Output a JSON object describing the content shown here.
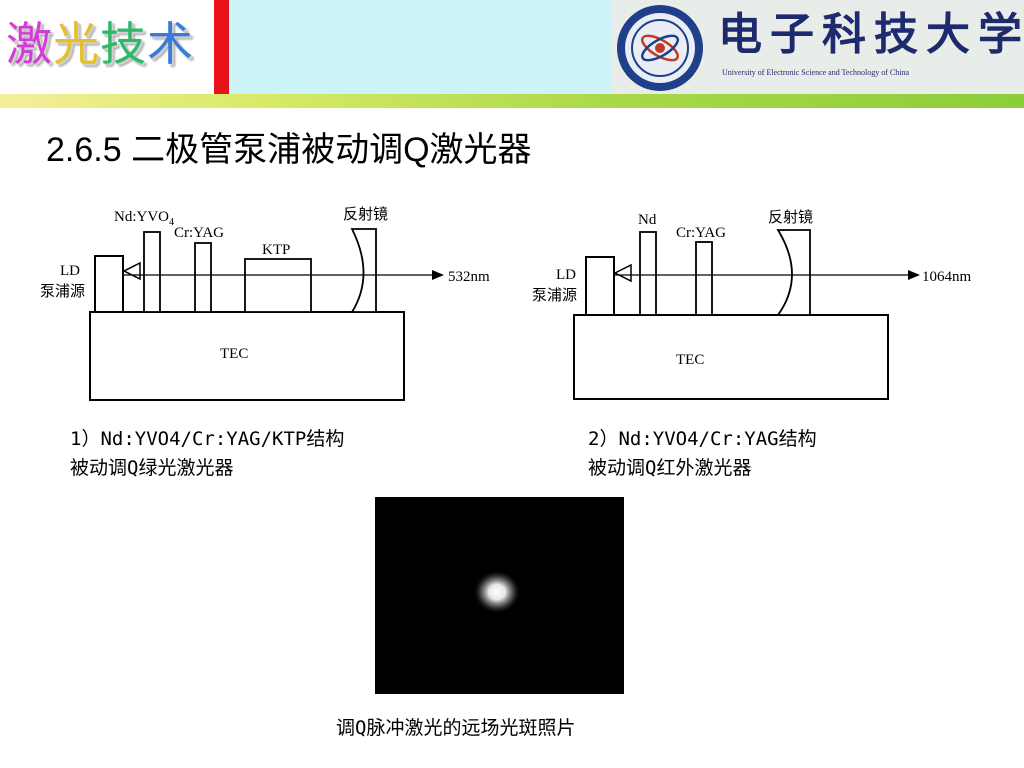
{
  "header": {
    "title_chars": [
      "激",
      "光",
      "技",
      "术"
    ],
    "university_name": "电子科技大学",
    "university_english": "University of Electronic Science and Technology of China",
    "colors": {
      "red_bar": "#e8121a",
      "sky": "#cdf3fb",
      "green_bar": "#8ccd3a"
    }
  },
  "section": {
    "title": "2.6.5  二极管泵浦被动调Q激光器"
  },
  "diagram1": {
    "label_ndyvo_main": "Nd:YVO",
    "label_ndyvo_sub": "4",
    "label_cryag": "Cr:YAG",
    "label_ktp": "KTP",
    "label_mirror": "反射镜",
    "label_ld_1": "LD",
    "label_ld_2": "泵浦源",
    "label_output": "532nm",
    "label_tec": "TEC"
  },
  "diagram2": {
    "label_nd": "Nd",
    "label_cryag": "Cr:YAG",
    "label_mirror": "反射镜",
    "label_ld_1": "LD",
    "label_ld_2": "泵浦源",
    "label_output": "1064nm",
    "label_tec": "TEC"
  },
  "captions": {
    "c1_line1": "1）Nd:YVO4/Cr:YAG/KTP结构",
    "c1_line2": "被动调Q绿光激光器",
    "c2_line1": "2）Nd:YVO4/Cr:YAG结构",
    "c2_line2": "被动调Q红外激光器"
  },
  "photo": {
    "caption": "调Q脉冲激光的远场光斑照片"
  }
}
